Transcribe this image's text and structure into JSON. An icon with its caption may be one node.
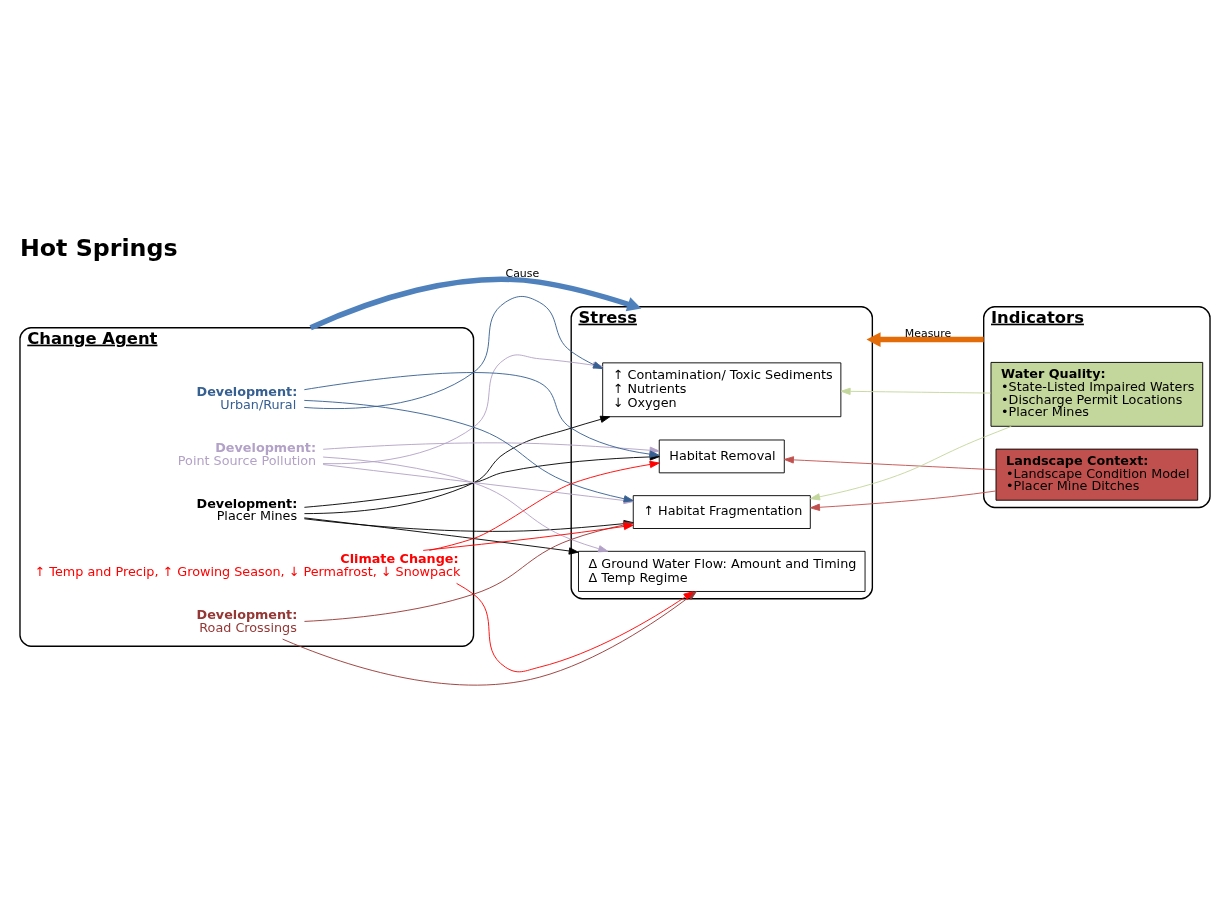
{
  "diagram": {
    "title": "Hot Springs",
    "nodes": [
      {
        "text": [
          "Change Agent"
        ]
      },
      {
        "text": [
          "Stress"
        ]
      },
      {
        "text": [
          "Indicators"
        ]
      },
      {
        "text": [
          "Development:",
          "Placer Mines"
        ],
        "in": 0
      },
      {
        "text": [
          "Development:",
          "Point Source Pollution"
        ],
        "in": 0
      },
      {
        "text": [
          "Development:",
          "Urban/Rural"
        ],
        "in": 0
      },
      {
        "text": [
          "Development:",
          "Road Crossings"
        ],
        "in": 0
      },
      {
        "text": [
          "Climate Change:",
          "↑ Temp and Precip, ↑ Growing Season, ↓ Permafrost, ↓ Snowpack"
        ],
        "in": 0
      },
      {
        "text": [
          "Habitat Removal"
        ],
        "in": 1
      },
      {
        "text": [
          "↑ Habitat Fragmentation"
        ],
        "in": 1
      },
      {
        "text": [
          "↑ Contamination/ Toxic Sediments",
          "↑ Nutrients",
          "↓ Oxygen"
        ],
        "in": 1
      },
      {
        "text": [
          "Δ Ground Water Flow: Amount and Timing",
          "Δ Temp Regime"
        ],
        "in": 1
      },
      {
        "text": [
          "Landscape Context:",
          "•Landscape Condition Model",
          "•Placer Mine Ditches"
        ],
        "in": 2
      },
      {
        "text": [
          "Water Quality:",
          "•State-Listed Impaired Waters",
          "•Discharge Permit Locations",
          "•Placer Mines"
        ],
        "in": 2
      }
    ],
    "edges": [
      {
        "from": 0,
        "to": 1,
        "arrow": "to",
        "label": "Cause",
        "style": "thick",
        "color": "#4f81bd"
      },
      {
        "from": 2,
        "to": 1,
        "arrow": "to",
        "label": "Measure",
        "style": "thick",
        "color": "#e36c09"
      },
      {
        "from": 3,
        "to": 8,
        "arrow": "to"
      },
      {
        "from": 3,
        "to": 9,
        "arrow": "to"
      },
      {
        "from": 3,
        "to": 10,
        "arrow": "to"
      },
      {
        "from": 3,
        "to": 11,
        "arrow": "to"
      },
      {
        "from": 4,
        "to": 8,
        "arrow": "to",
        "color": "#b3a2c7"
      },
      {
        "from": 4,
        "to": 9,
        "arrow": "to",
        "color": "#b3a2c7"
      },
      {
        "from": 4,
        "to": 10,
        "arrow": "to",
        "color": "#b3a2c7"
      },
      {
        "from": 4,
        "to": 11,
        "arrow": "to",
        "color": "#b3a2c7"
      },
      {
        "from": 5,
        "to": 8,
        "arrow": "to",
        "color": "#376092"
      },
      {
        "from": 5,
        "to": 9,
        "arrow": "to",
        "color": "#376092"
      },
      {
        "from": 5,
        "to": 10,
        "arrow": "to",
        "color": "#376092"
      },
      {
        "from": 6,
        "to": 9,
        "arrow": "to",
        "color": "#953735"
      },
      {
        "from": 6,
        "to": 11,
        "arrow": "to",
        "color": "#953735"
      },
      {
        "from": 7,
        "to": 8,
        "arrow": "to",
        "color": "#ff0000"
      },
      {
        "from": 7,
        "to": 9,
        "arrow": "to",
        "color": "#ff0000"
      },
      {
        "from": 7,
        "to": 11,
        "arrow": "to",
        "color": "#ff0000"
      },
      {
        "from": 12,
        "to": 8,
        "arrow": "to",
        "color": "#c0504d"
      },
      {
        "from": 12,
        "to": 9,
        "arrow": "to",
        "color": "#c0504d"
      },
      {
        "from": 13,
        "to": 9,
        "arrow": "to",
        "color": "#c3d69b"
      },
      {
        "from": 13,
        "to": 10,
        "arrow": "to",
        "color": "#c3d69b"
      }
    ]
  }
}
